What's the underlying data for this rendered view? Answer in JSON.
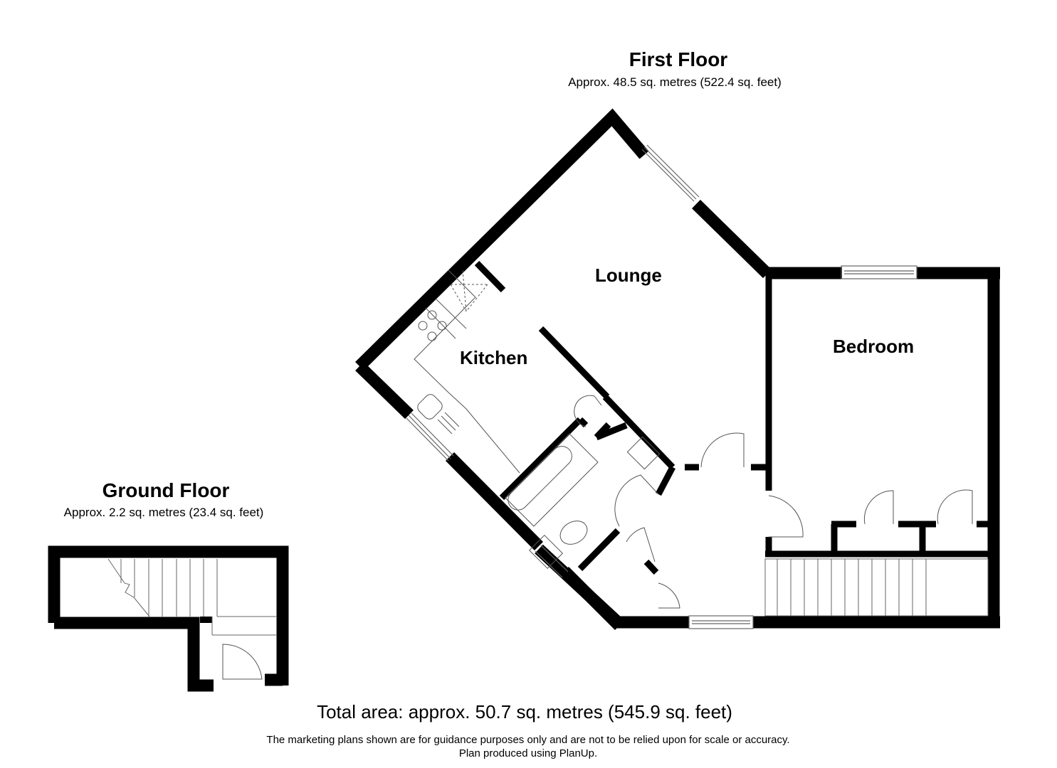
{
  "first_floor": {
    "title": "First Floor",
    "area": "Approx. 48.5 sq. metres (522.4 sq. feet)",
    "rooms": [
      {
        "name": "Lounge"
      },
      {
        "name": "Kitchen"
      },
      {
        "name": "Bedroom"
      }
    ]
  },
  "ground_floor": {
    "title": "Ground Floor",
    "area": "Approx. 2.2 sq. metres (23.4 sq. feet)"
  },
  "footer": {
    "total_area": "Total area: approx. 50.7 sq. metres (545.9 sq. feet)",
    "disclaimer_line1": "The marketing plans shown are for guidance purposes only and are not to be relied upon for scale or accuracy.",
    "disclaimer_line2": "Plan produced using PlanUp."
  },
  "colors": {
    "wall": "#000000",
    "fixture_line": "#555555",
    "background": "#ffffff"
  }
}
